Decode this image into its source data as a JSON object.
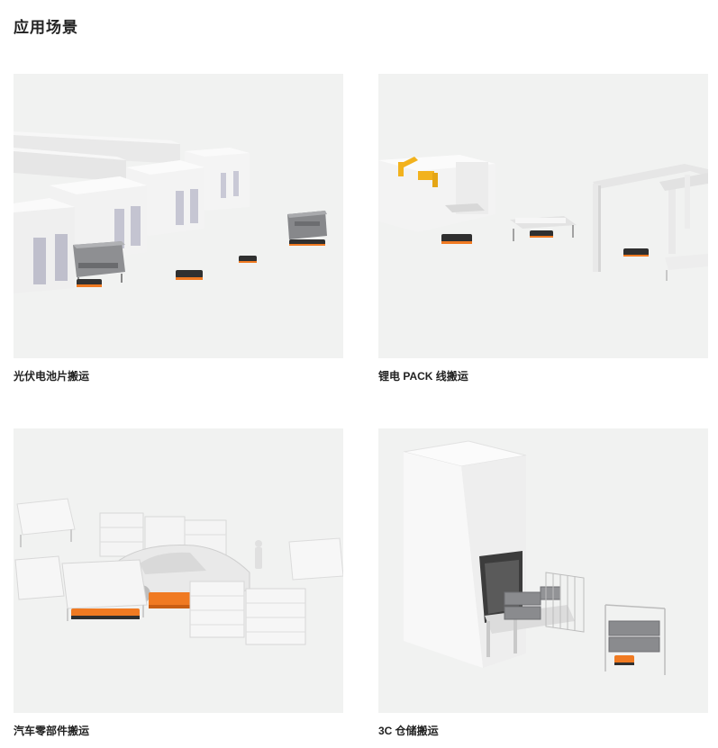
{
  "page": {
    "title": "应用场景"
  },
  "scenarios": [
    {
      "caption": "光伏电池片搬运"
    },
    {
      "caption": "锂电 PACK 线搬运"
    },
    {
      "caption": "汽车零部件搬运"
    },
    {
      "caption": "3C 仓储搬运"
    }
  ],
  "colors": {
    "background": "#ffffff",
    "scene_floor": "#f1f2f1",
    "agv_orange": "#f07a22",
    "robot_arm_yellow": "#f2b21d",
    "text": "#222222"
  }
}
